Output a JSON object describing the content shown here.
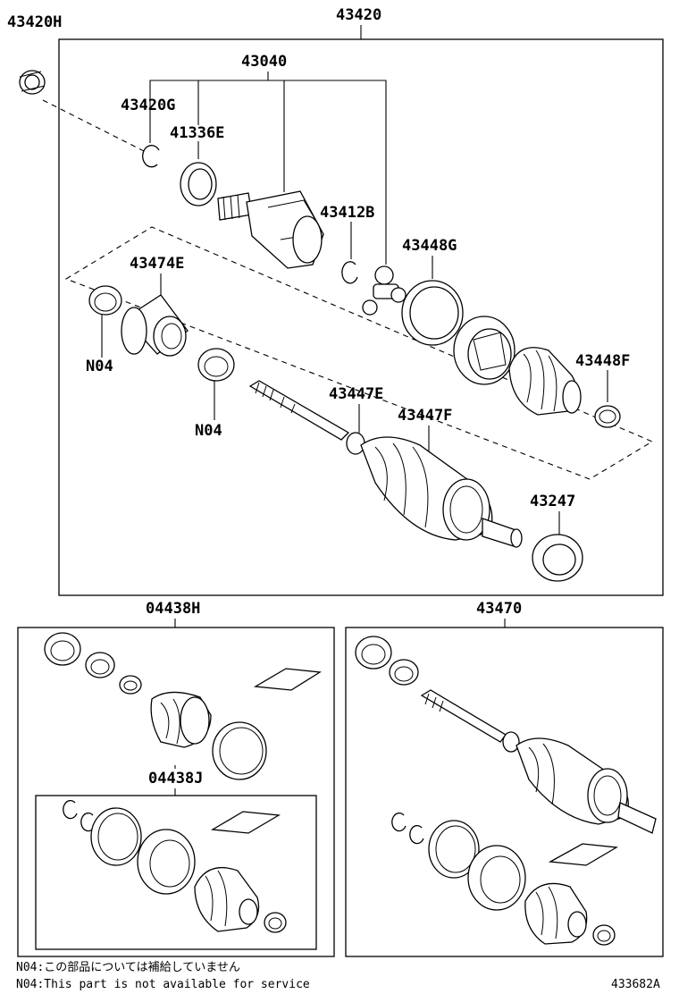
{
  "labels": {
    "p43420": "43420",
    "p43420H": "43420H",
    "p43040": "43040",
    "p43420G": "43420G",
    "p41336E": "41336E",
    "p43412B": "43412B",
    "p43448G": "43448G",
    "p43474E": "43474E",
    "p43448F": "43448F",
    "n04_left": "N04",
    "n04_mid": "N04",
    "p43447E": "43447E",
    "p43447F": "43447F",
    "p43247": "43247",
    "p04438H": "04438H",
    "p04438J": "04438J",
    "p43470": "43470"
  },
  "notes": {
    "jp": "N04:この部品については補給していません",
    "en": "N04:This part is not available for service",
    "drawing_id": "433682A"
  }
}
